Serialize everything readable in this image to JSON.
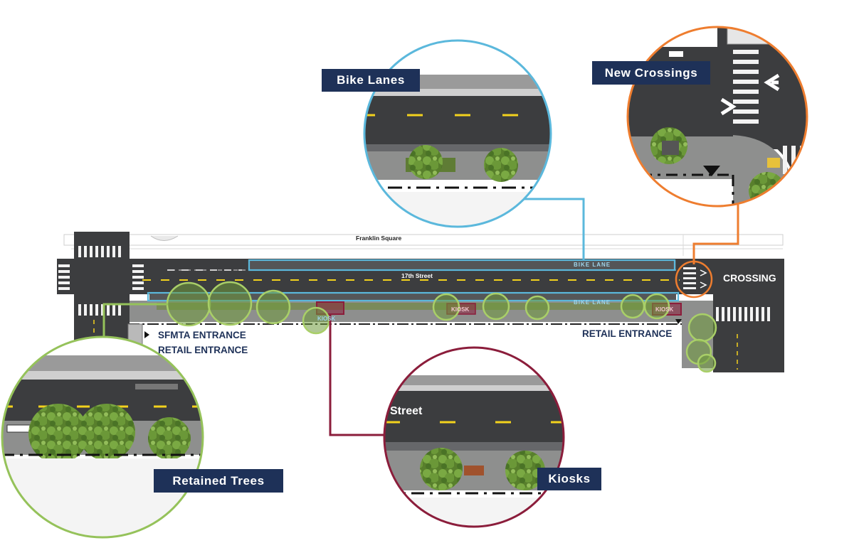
{
  "map": {
    "park_label": "Franklin Square",
    "street_label": "17th Street",
    "bike_lane_label": "BIKE LANE",
    "bike_lane_label_2": "BIKE LANE",
    "kiosk_label": "KIOSK",
    "crossing_label": "CROSSING",
    "sfmta_entrance": "SFMTA ENTRANCE",
    "retail_entrance_left": "RETAIL ENTRANCE",
    "retail_entrance_right": "RETAIL ENTRANCE"
  },
  "callouts": {
    "bike_lanes": {
      "title": "Bike Lanes",
      "color": "#5bb8dc"
    },
    "new_crossings": {
      "title": "New Crossings",
      "color": "#ee7d2f"
    },
    "retained_trees": {
      "title": "Retained Trees",
      "color": "#95c25a"
    },
    "kiosks": {
      "title": "Kiosks",
      "street_label": "Street",
      "color": "#8b1d3b"
    }
  },
  "colors": {
    "asphalt": "#3c3d3f",
    "sidewalk": "#8e8f8e",
    "lane_yellow": "#f3d21d",
    "callout_navy": "#1e3158",
    "tree_green": "#6f9a3c"
  }
}
